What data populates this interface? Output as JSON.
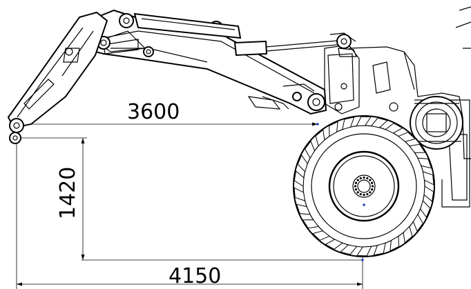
{
  "dimensions": {
    "horizontal_reach": "3600",
    "vertical_height": "1420",
    "overall_length": "4150"
  }
}
